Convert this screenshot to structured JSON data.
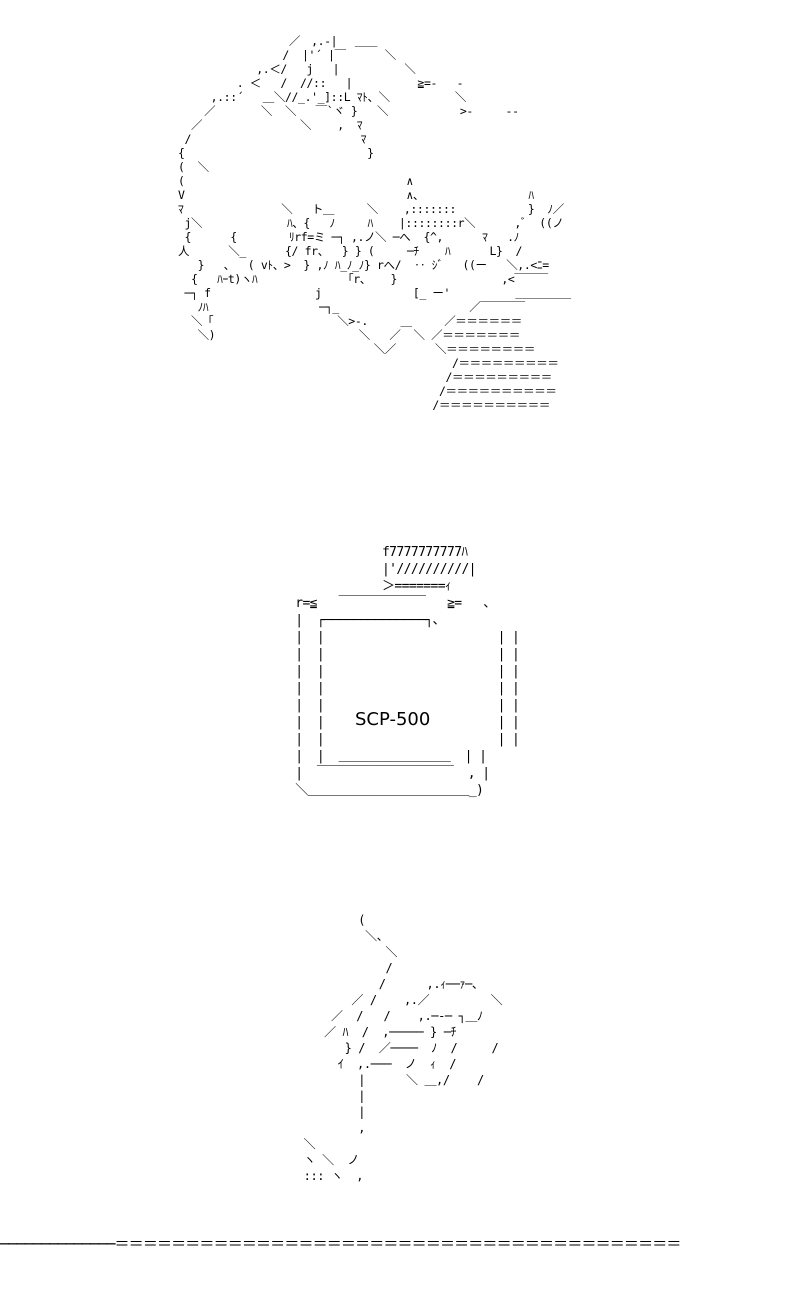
{
  "art": {
    "face": "                 ／　,.-|　 ＿＿\n                /  |'´ |￣      ＼\n            ,.＜/   j   |          ＼\n         . ＜   /  //::   |          ≧=-   -\n     ,.::´   ＿＼//_.'_]::L ﾏﾄ、＼          ＼\n    ／       ＼  ＼   ￣`ヾ }   ＼           >-     --\n  ／               ＼    ,  ﾏ\n /                          ﾏ\n{                            }\n(  ＼\n(                                  ∧\nV                                  ∧、                ﾊ\nﾏ               ＼   ト＿     ＼    ,:::::::           }  ﾉ／\n j＼             ﾊ、{   ﾉ     ﾊ    |::::::::r＼      ,ﾞ  ((ノ\n {      {        ﾘrf=ミ ─┐ ,.ノ＼ ─へ  {^,      ﾏ   .ﾉ\n人      ＼_      {/ fr、  } } (     ─ﾁ    ﾊ      L}  /\n   }   、  ( vﾄ、>  } ,ﾉ ﾊ_ﾉ_ﾉ} rへ/  ‥ ｼﾞ   ((ー   ＼,.<ﾆ=\n  {   ﾊｰt)ヽﾊ             「r、   }                ,<￣￣￣\n ─┐ f                j              [_ ー'          ＿＿＿＿＿\n   ﾉﾊ                 ─┐_                    ／￣￣￣￣\n  ＼「                   ＼>-.     ＿     ／＝＝＝＝＝＝\n   ＼)                      ＼   ／  ＼ ／＝＝＝＝＝＝＝\n                              ＼／      ＼＝＝＝＝＝＝＝＝\n                                          /＝＝＝＝＝＝＝＝＝\n                                         /＝＝＝＝＝＝＝＝＝\n                                        /＝＝＝＝＝＝＝＝＝＝\n                                       /＝＝＝＝＝＝＝＝＝＝",
    "jar": "             f7777777777ﾊ\n             |'//////////|\n             ＞=======ｨ\n r=≦   ￣￣￣￣￣￣￣   ≧=   、\n |  ┌──────────────┐、\n |  |                        | |\n |  |                        | |\n |  |                        | |\n |  |                        | |\n |  |                        | |\n |  |                        | |\n |  |                        | |\n |  |  ＿＿＿＿＿＿＿＿＿  | |\n |  ￣￣￣￣￣￣￣￣￣￣￣  , |\n ＼＿＿＿＿＿＿＿＿＿＿＿＿＿_)",
    "jar_label": "SCP-500",
    "hand": "          (\n           ＼、\n              ＼\n              /\n             /      ,.ｨ──ｧ─、\n         ／ /    ,.／         ＼\n      ／  /   /    ,.─-─ ┐＿ﾉ\n     ／ ﾊ  /  ,───── } ─ﾁ\n        } /  ／────  ﾉ  /     /\n       ｲ  ,.───  ノ  ｨ  /\n          |      ＼ ＿,/    /\n          |\n          |\n          ,\n  ＼\n  ヽ ＼  ノ\n  ::: ヽ  ,"
  },
  "bottom_rule": "──────────────＝＝＝＝＝＝＝＝＝＝＝＝＝＝＝＝＝＝＝＝＝＝＝＝＝＝＝＝＝＝＝＝＝＝＝＝＝＝＝＝"
}
